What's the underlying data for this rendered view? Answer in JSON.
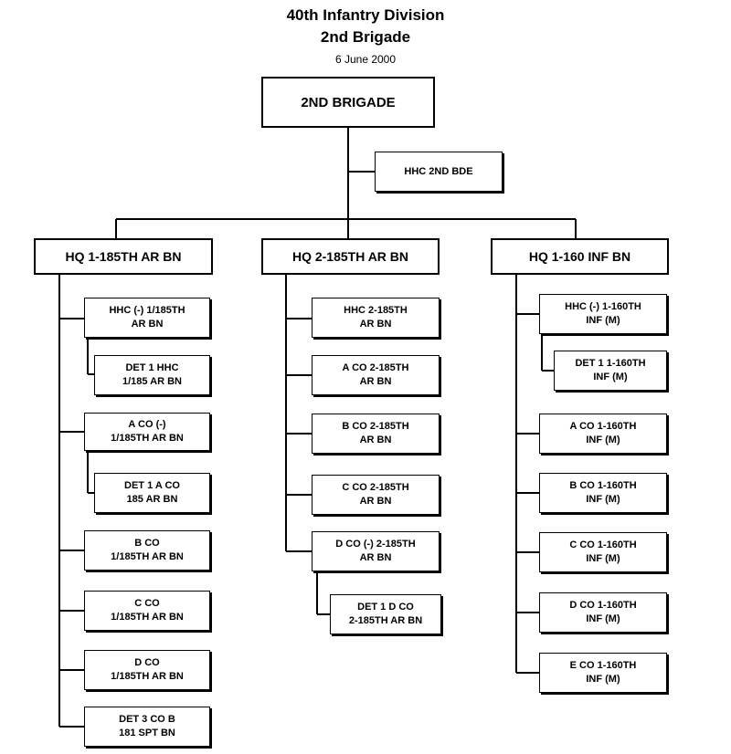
{
  "header": {
    "title_line1": "40th Infantry Division",
    "title_line2": "2nd Brigade",
    "date": "6 June 2000"
  },
  "top": {
    "brigade": "2ND BRIGADE",
    "hhc": "HHC 2ND BDE"
  },
  "battalions": [
    {
      "hq": "HQ 1-185TH AR BN",
      "units": [
        "HHC (-) 1/185TH\nAR BN",
        "DET 1 HHC\n1/185 AR BN",
        "A CO  (-)\n1/185TH AR BN",
        "DET 1 A CO\n185 AR BN",
        "B CO\n1/185TH AR BN",
        "C CO\n1/185TH AR BN",
        "D CO\n1/185TH AR BN",
        "DET 3 CO B\n181 SPT BN"
      ]
    },
    {
      "hq": "HQ 2-185TH AR BN",
      "units": [
        "HHC 2-185TH\nAR BN",
        "A CO 2-185TH\nAR BN",
        "B CO 2-185TH\nAR BN",
        "C CO 2-185TH\nAR BN",
        "D CO (-) 2-185TH\nAR BN",
        "DET 1 D CO\n2-185TH AR BN"
      ]
    },
    {
      "hq": "HQ 1-160 INF BN",
      "units": [
        "HHC (-) 1-160TH\nINF (M)",
        "DET 1 1-160TH\nINF (M)",
        "A CO 1-160TH\nINF (M)",
        "B CO 1-160TH\nINF (M)",
        "C CO 1-160TH\nINF (M)",
        "D CO 1-160TH\nINF (M)",
        "E CO 1-160TH\nINF (M)"
      ]
    }
  ]
}
